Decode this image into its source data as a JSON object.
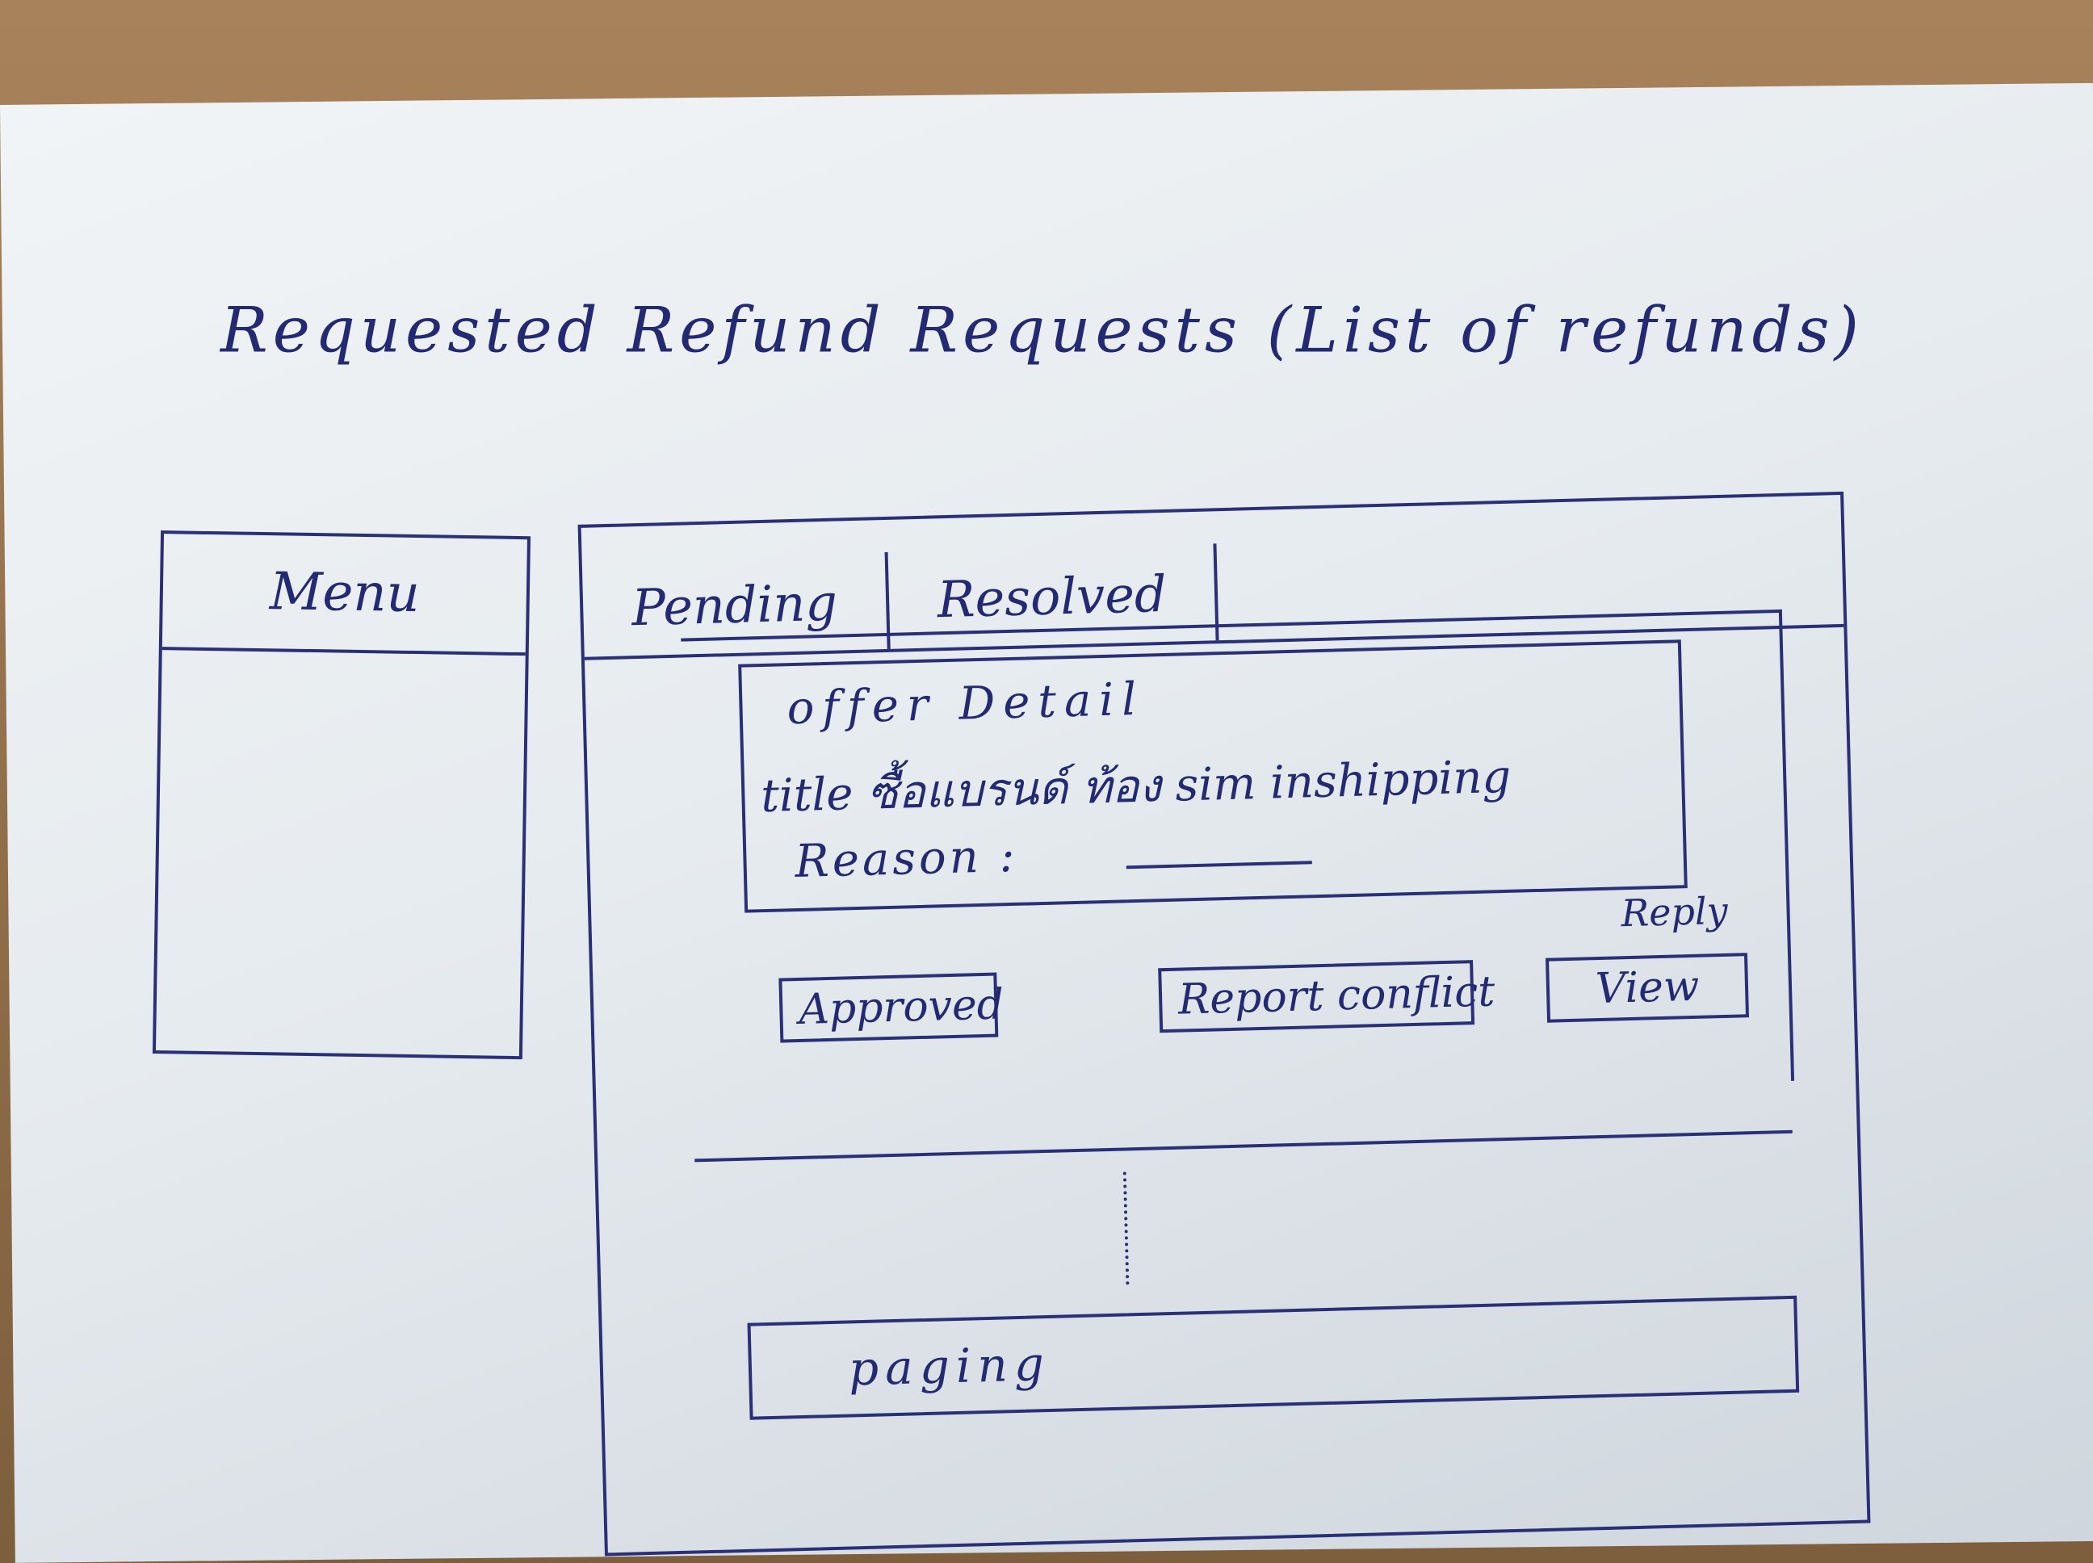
{
  "page": {
    "title": "Requested Refund Requests (List of refunds)"
  },
  "menu": {
    "header": "Menu"
  },
  "tabs": [
    {
      "label": "Pending"
    },
    {
      "label": "Resolved"
    }
  ],
  "refund_item": {
    "offer_detail": "offer Detail",
    "title_line": "title ซื้อแบรนด์ ท้อง sim inshipping",
    "reason_label": "Reason :",
    "reply_label": "Reply"
  },
  "actions": {
    "approved": "Approved",
    "report_conflict": "Report conflict",
    "view": "View"
  },
  "paging": {
    "label": "paging"
  }
}
